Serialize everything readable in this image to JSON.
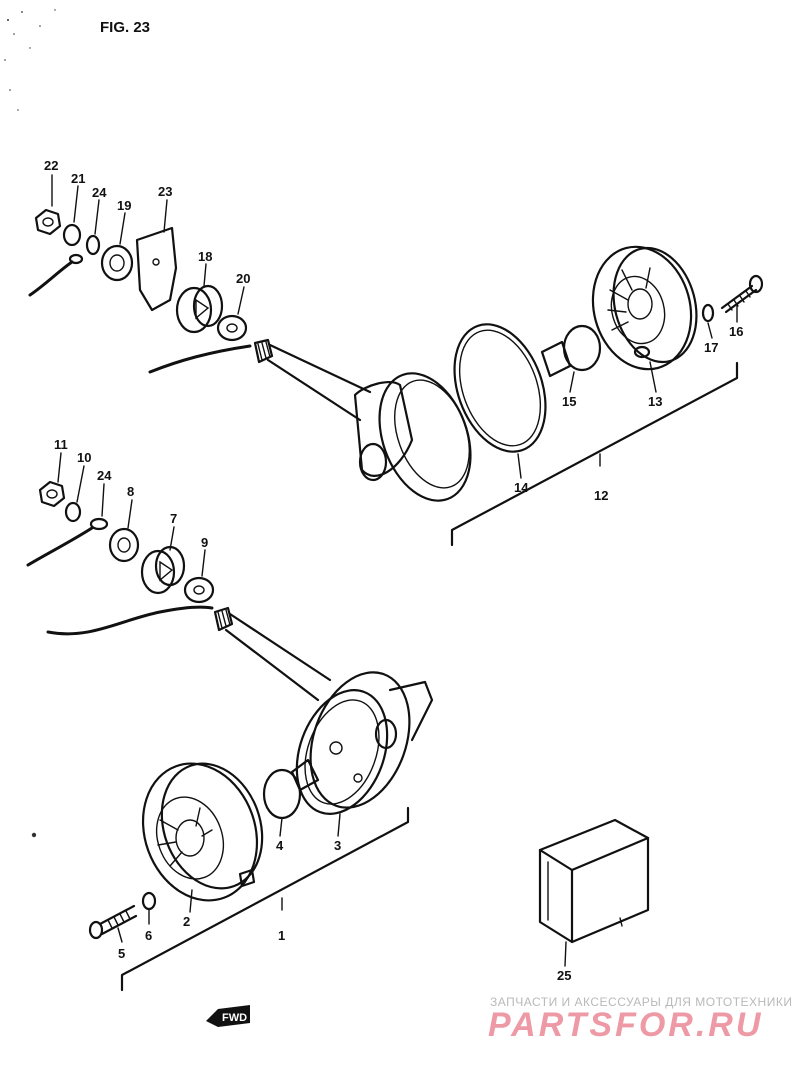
{
  "figure": {
    "title": "FIG. 23"
  },
  "parts": [
    {
      "id": "p1",
      "number": "1"
    },
    {
      "id": "p2",
      "number": "2"
    },
    {
      "id": "p3",
      "number": "3"
    },
    {
      "id": "p4",
      "number": "4"
    },
    {
      "id": "p5",
      "number": "5"
    },
    {
      "id": "p6",
      "number": "6"
    },
    {
      "id": "p7",
      "number": "7"
    },
    {
      "id": "p8",
      "number": "8"
    },
    {
      "id": "p9",
      "number": "9"
    },
    {
      "id": "p10",
      "number": "10"
    },
    {
      "id": "p11",
      "number": "11"
    },
    {
      "id": "p12",
      "number": "12"
    },
    {
      "id": "p13",
      "number": "13"
    },
    {
      "id": "p14",
      "number": "14"
    },
    {
      "id": "p15",
      "number": "15"
    },
    {
      "id": "p16",
      "number": "16"
    },
    {
      "id": "p17",
      "number": "17"
    },
    {
      "id": "p18",
      "number": "18"
    },
    {
      "id": "p19",
      "number": "19"
    },
    {
      "id": "p20",
      "number": "20"
    },
    {
      "id": "p21",
      "number": "21"
    },
    {
      "id": "p22",
      "number": "22"
    },
    {
      "id": "p23",
      "number": "23"
    },
    {
      "id": "p24a",
      "number": "24"
    },
    {
      "id": "p24b",
      "number": "24"
    },
    {
      "id": "p25",
      "number": "25"
    }
  ],
  "direction_marker": {
    "label": "FWD"
  },
  "watermark": {
    "tagline": "ЗАПЧАСТИ И АКСЕССУАРЫ ДЛЯ МОТОТЕХНИКИ",
    "brand": "PARTSFOR.RU"
  }
}
